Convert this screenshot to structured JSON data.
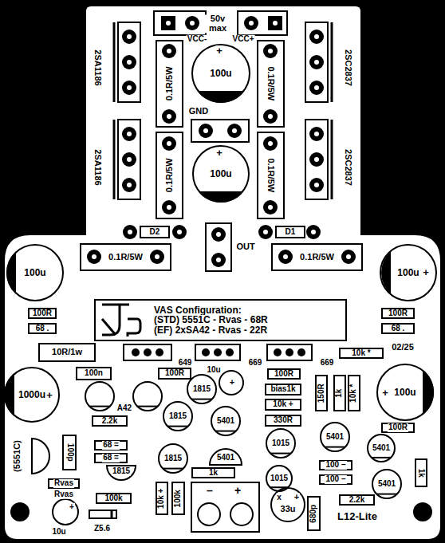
{
  "diagram": {
    "nodes": [
      {
        "text": [
          "0.1R/5W"
        ]
      },
      {
        "text": [
          "0.1R/5W"
        ]
      },
      {
        "text": [
          "100u"
        ]
      },
      {
        "text": [
          "0.1R/5W"
        ]
      },
      {
        "text": [
          "100u"
        ]
      },
      {
        "text": [
          "0.1R/5W"
        ]
      },
      {
        "text": [
          "D2"
        ]
      },
      {
        "text": [
          "D1"
        ]
      },
      {
        "text": [
          "0.1R/5W"
        ]
      },
      {
        "text": [
          "0.1R/5W"
        ]
      },
      {
        "text": [
          "100u"
        ]
      },
      {
        "text": [
          "100u"
        ]
      },
      {
        "text": [
          "100R"
        ]
      },
      {
        "text": [
          "100R"
        ]
      },
      {
        "text": [
          "VAS Configuration:",
          "(STD) 5551C - Rvas - 68R",
          "(EF) 2xSA42 - Rvas - 22R"
        ]
      },
      {
        "text": [
          "68 ."
        ]
      },
      {
        "text": [
          "68 ."
        ]
      },
      {
        "text": [
          "10R/1w"
        ]
      },
      {
        "text": [
          "10k *"
        ]
      },
      {
        "text": [
          "100n"
        ]
      },
      {
        "text": [
          "100R"
        ]
      },
      {
        "text": [
          "100R"
        ]
      },
      {
        "text": [
          "bias1k"
        ]
      },
      {
        "text": [
          "1000u"
        ]
      },
      {
        "text": [
          "100u"
        ]
      },
      {
        "text": [
          "150R"
        ]
      },
      {
        "text": [
          "1k"
        ]
      },
      {
        "text": [
          "10k *"
        ]
      },
      {
        "text": [
          "10k +"
        ]
      },
      {
        "text": [
          "2.2k"
        ]
      },
      {
        "text": [
          "330R"
        ]
      },
      {
        "text": [
          "100R"
        ]
      },
      {
        "text": [
          "100p"
        ]
      },
      {
        "text": [
          "68 ="
        ]
      },
      {
        "text": [
          "68 ="
        ]
      },
      {
        "text": [
          "100 –"
        ]
      },
      {
        "text": [
          "1k"
        ]
      },
      {
        "text": [
          "1k"
        ]
      },
      {
        "text": [
          "100 –"
        ]
      },
      {
        "text": [
          "Rvas"
        ]
      },
      {
        "text": [
          "10k +"
        ]
      },
      {
        "text": [
          "100k"
        ]
      },
      {
        "text": [
          "100k"
        ]
      },
      {
        "text": [
          "33u"
        ]
      },
      {
        "text": [
          "680p"
        ]
      },
      {
        "text": [
          "2.2k"
        ]
      }
    ],
    "labels": [
      "50v max",
      "VCC-",
      "VCC+",
      "2SA1186",
      "2SC2837",
      "+",
      "GND",
      "2SA1186",
      "2SC2837",
      "+",
      "OUT",
      "+",
      "02/25",
      "649",
      "669",
      "669",
      "10u",
      "+",
      "+",
      "+",
      "1815",
      "A42",
      "1815",
      "5401",
      "1015",
      "5401",
      "5401",
      "(5551C)",
      "1815",
      "5401",
      "1815",
      "1015",
      "5401",
      "Rvas",
      "–",
      "+",
      "x",
      "+",
      "+",
      "10u",
      "Z5.6",
      "L12-Lite"
    ]
  }
}
